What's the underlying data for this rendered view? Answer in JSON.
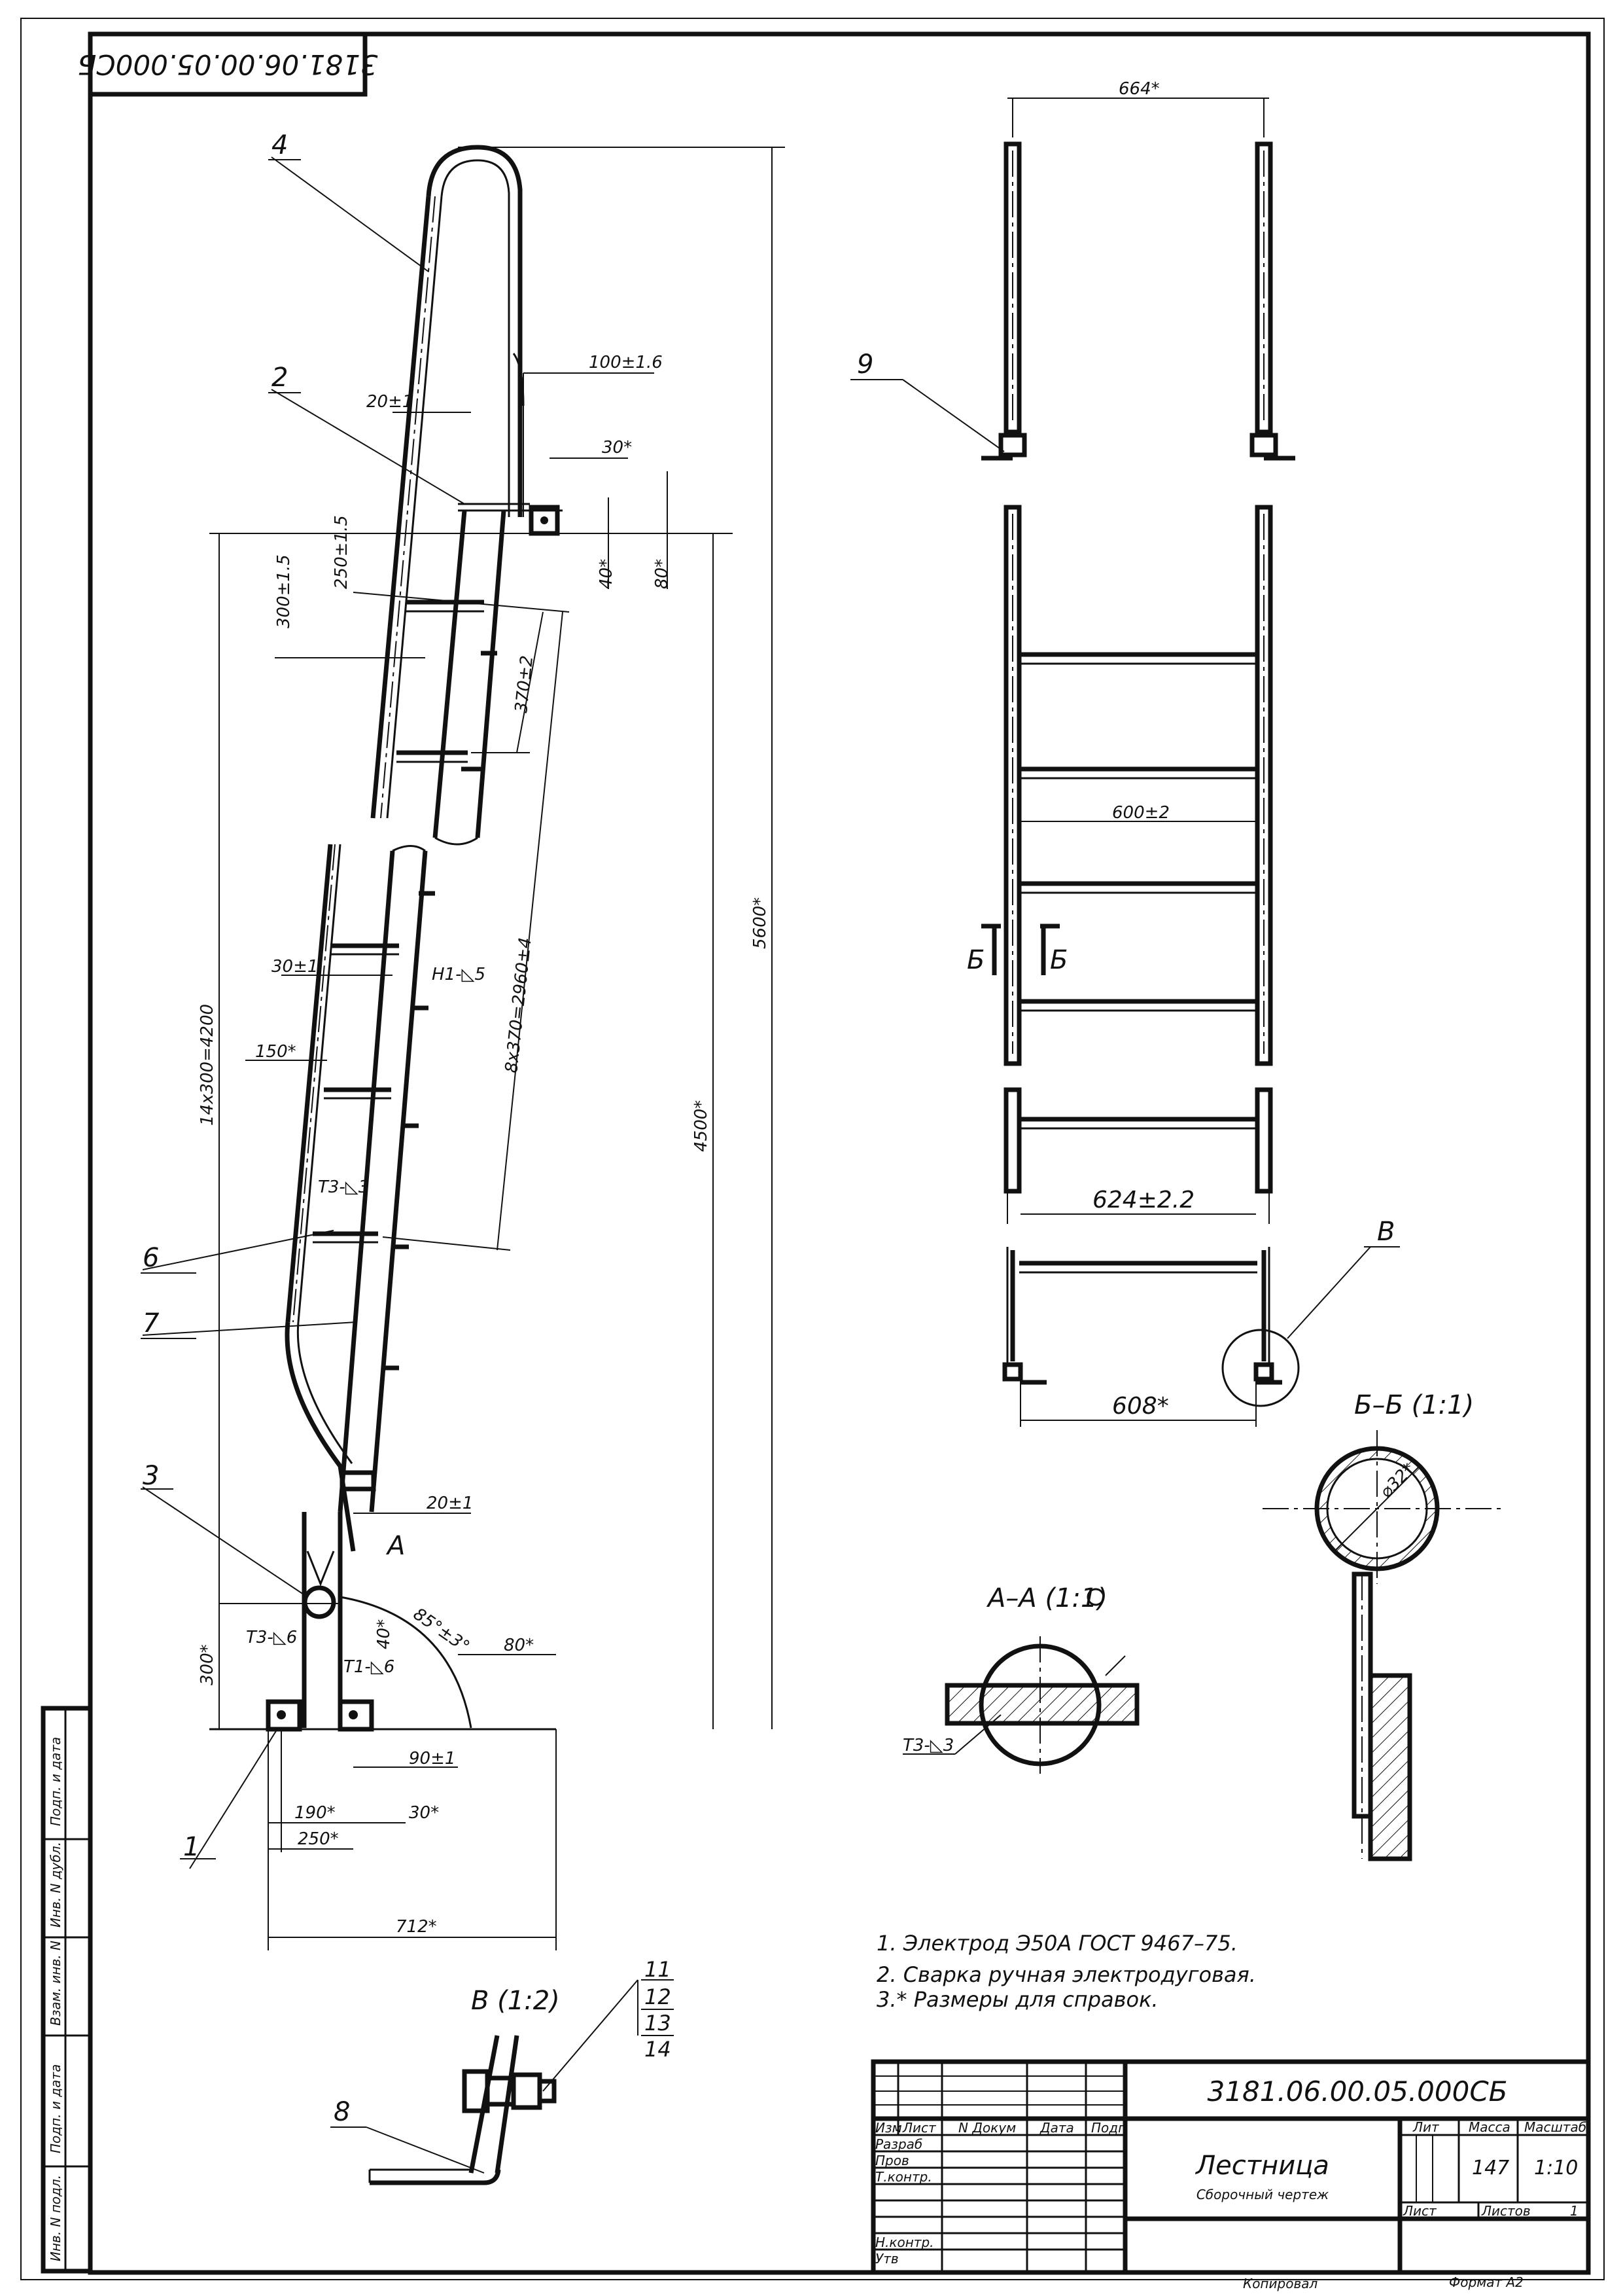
{
  "stamp_rotated": "3181.06.00.05.000СБ",
  "callouts": [
    "1",
    "2",
    "3",
    "4",
    "6",
    "7",
    "8",
    "9"
  ],
  "side_dims": {
    "d100": "100±1.6",
    "d20top": "20±1",
    "d30a": "30*",
    "d250": "250±1.5",
    "d300a": "300±1.5",
    "d40a": "40*",
    "d80a": "80*",
    "d370": "370±2",
    "d5600": "5600*",
    "d4500": "4500*",
    "d14x300": "14x300=4200",
    "d8x370": "8x370=2960±4",
    "d30pm1": "30±1",
    "d150": "150*",
    "weld_h1": "Н1-◺5",
    "weld_t3a": "Т3-◺3",
    "d20low": "20±1",
    "viewA": "А",
    "d85": "85°±3°",
    "weld_t3b": "Т3-◺6",
    "d40b": "40*",
    "weld_t1": "Т1-◺6",
    "d80b": "80*",
    "d300b": "300*",
    "d90": "90±1",
    "d190": "190*",
    "d30b": "30*",
    "d250b": "250*",
    "d712": "712*"
  },
  "front_dims": {
    "d664": "664*",
    "d600": "600±2",
    "d624": "624±2.2",
    "d608": "608*",
    "cutB1": "Б",
    "cutB2": "Б",
    "viewV": "В"
  },
  "views": {
    "section_bb": "Б–Б (1:1)",
    "diam": "⌀32*",
    "view_aa": "А–А (1:1)",
    "weld_aa": "Т3-◺3",
    "view_v": "В (1:2)",
    "parts_v": [
      "11",
      "12",
      "13",
      "14"
    ]
  },
  "notes": [
    "1.  Электрод Э50А ГОСТ 9467–75.",
    "2.  Сварка ручная электродуговая.",
    "3.* Размеры для справок."
  ],
  "title_block": {
    "doc_number": "3181.06.00.05.000СБ",
    "cols": {
      "izm": "Изм",
      "list": "Лист",
      "ndokum": "N Докум",
      "data": "Дата",
      "podp": "Подп"
    },
    "roles": [
      "Разраб",
      "Пров",
      "Т.контр.",
      "Н.контр.",
      "Утв"
    ],
    "name": "Лестница",
    "subname": "Сборочный чертеж",
    "lit_label": "Лит",
    "mass_label": "Масса",
    "scale_label": "Масштаб",
    "mass": "147",
    "scale": "1:10",
    "sheet_label": "Лист",
    "sheets_label": "Листов",
    "sheets": "1",
    "copied": "Копировал",
    "format": "Формат А2"
  },
  "left_strip": [
    "Подп. и дата",
    "Инв. N дубл.",
    "Взам. инв. N",
    "Подп. и дата",
    "Инв. N подл."
  ]
}
